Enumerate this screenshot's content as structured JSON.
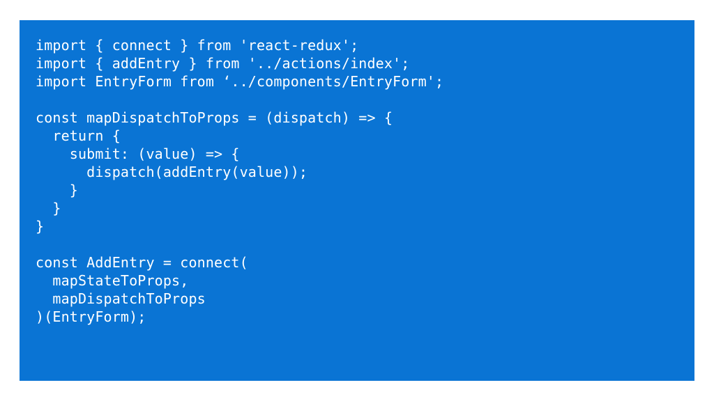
{
  "code": {
    "lines": [
      "import { connect } from 'react-redux';",
      "import { addEntry } from '../actions/index';",
      "import EntryForm from ‘../components/EntryForm';",
      "",
      "const mapDispatchToProps = (dispatch) => {",
      "  return {",
      "    submit: (value) => {",
      "      dispatch(addEntry(value));",
      "    }",
      "  }",
      "}",
      "",
      "const AddEntry = connect(",
      "  mapStateToProps,",
      "  mapDispatchToProps",
      ")(EntryForm);"
    ]
  },
  "colors": {
    "panel_background": "#0a74d4",
    "text": "#ffffff",
    "page_background": "#ffffff"
  }
}
